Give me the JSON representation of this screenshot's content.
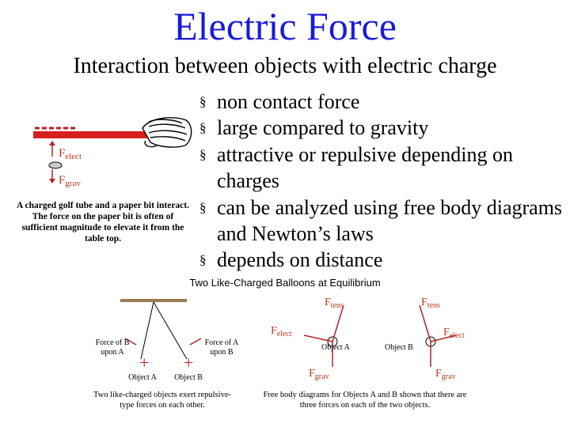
{
  "title": "Electric Force",
  "subtitle": "Interaction between objects with electric charge",
  "bullet_marker": "§",
  "bullets": [
    " non contact force",
    "large compared to gravity",
    " attractive or repulsive depending on charges",
    "can be analyzed using free body diagrams and Newton’s laws",
    "depends on distance"
  ],
  "golf_figure": {
    "f_elect": "F",
    "f_elect_sub": "elect",
    "f_grav": "F",
    "f_grav_sub": "grav",
    "caption": "A charged golf tube and a paper bit interact. The force on the paper bit is often of sufficient magnitude to elevate it from the table top."
  },
  "balloon_figure": {
    "heading": "Two Like-Charged Balloons at Equilibrium",
    "force_b_on_a": "Force of B upon A",
    "force_a_on_b": "Force of A upon B",
    "object_a": "Object A",
    "object_b": "Object B",
    "plus": "+",
    "caption": "Two like-charged objects exert repulsive-type forces on each other."
  },
  "fbd_figure": {
    "f_label": "F",
    "tens_sub": "tens",
    "elect_sub": "elect",
    "grav_sub": "grav",
    "object_a": "Object A",
    "object_b": "Object B",
    "caption": "Free body diagrams for Objects A and B shown that there are three forces on each of the two objects."
  },
  "colors": {
    "title": "#1a1adb",
    "force_label": "#b33a1a",
    "arrow": "#b32323",
    "plus": "#c62828",
    "golf_tube": "#d61f1f",
    "string_bar": "#9a7b4f"
  }
}
